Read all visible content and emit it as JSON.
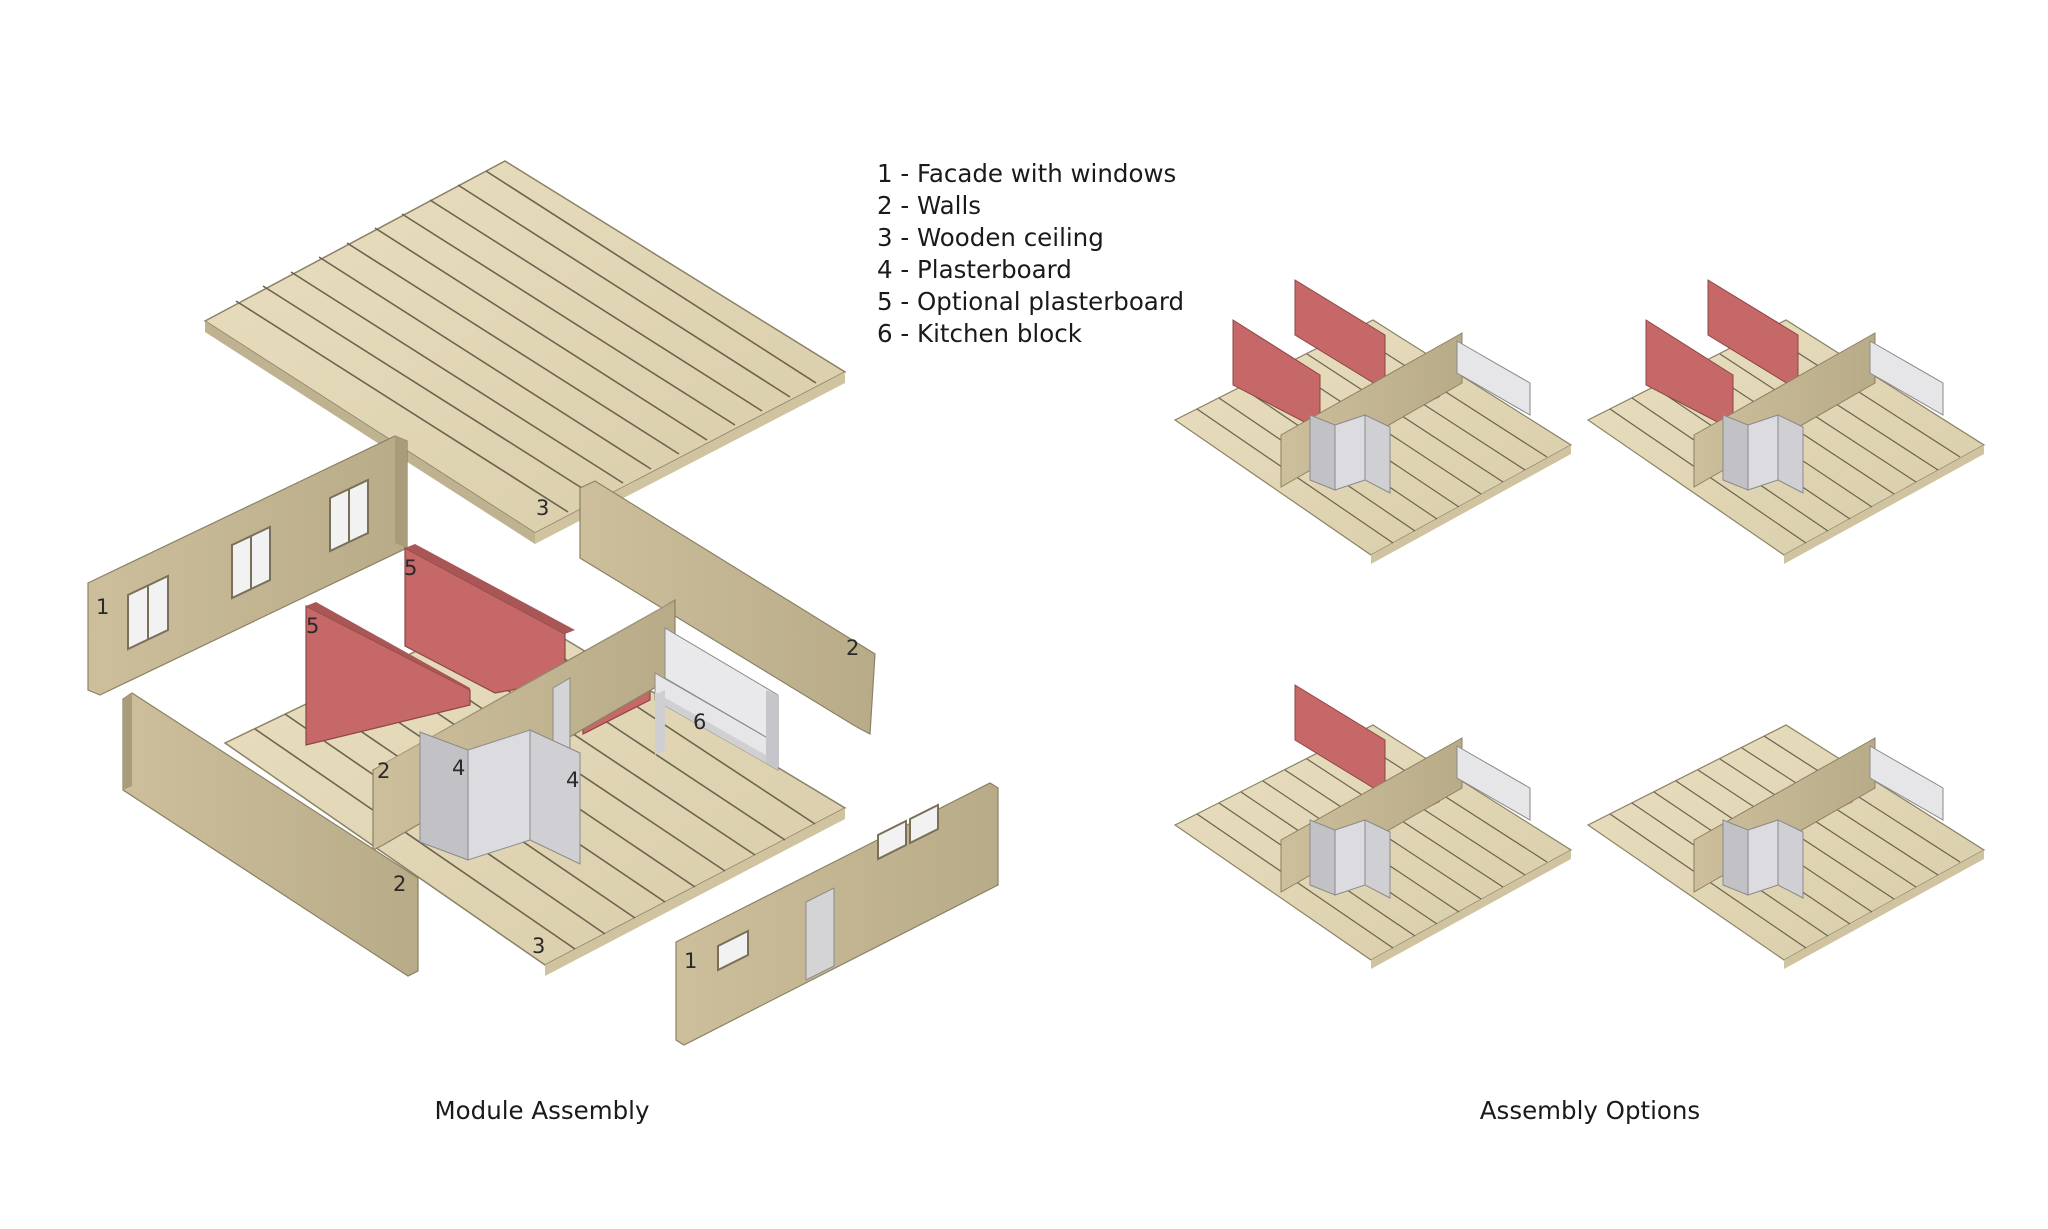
{
  "legend": [
    "1 - Facade with windows",
    "2 - Walls",
    "3 - Wooden ceiling",
    "4 - Plasterboard",
    "5 - Optional plasterboard",
    "6 - Kitchen block"
  ],
  "numbers": {
    "n1": "1",
    "n2": "2",
    "n3": "3",
    "n4": "4",
    "n5": "5",
    "n6": "6"
  },
  "captions": {
    "left": "Module Assembly",
    "right": "Assembly Options"
  },
  "colors": {
    "wood": "#e3d8b8",
    "wood_shadow": "#c9bd98",
    "wood_lines": "#6c6450",
    "wall": "#cbbf9c",
    "wall_dark": "#9e9374",
    "plaster_red": "#c46464",
    "plaster_red_dark": "#9c4a4a",
    "plaster_grey": "#d9d9dc",
    "plaster_grey_dark": "#a9a9ae"
  }
}
